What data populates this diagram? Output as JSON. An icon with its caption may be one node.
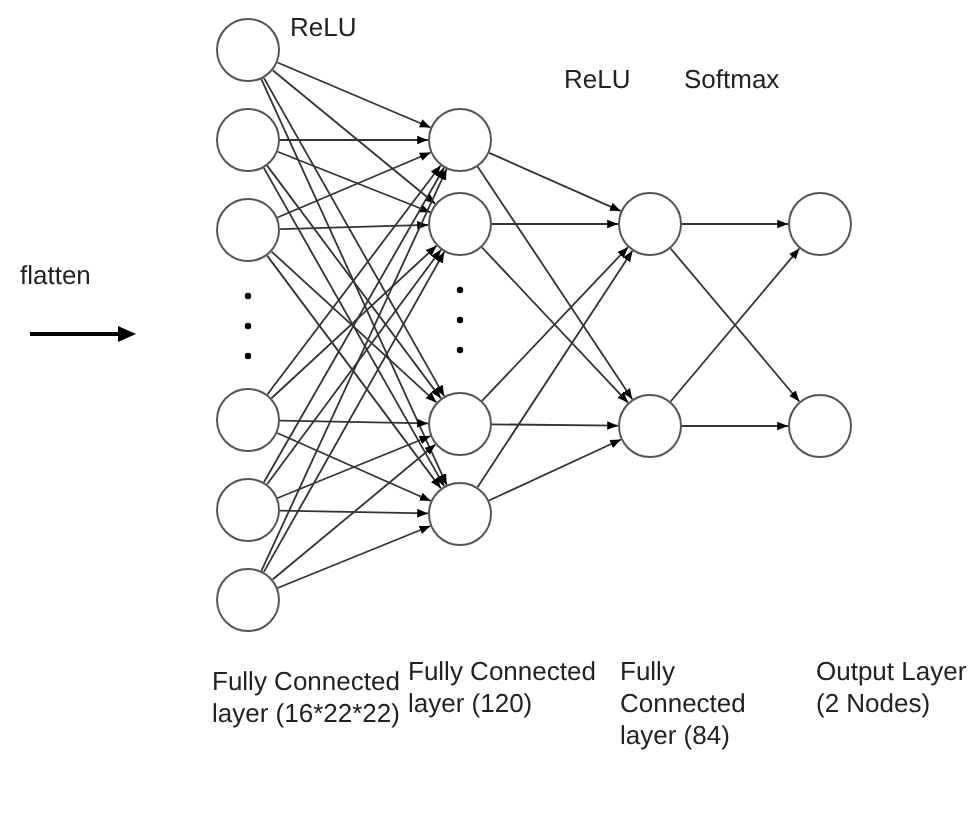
{
  "diagram": {
    "nodes": [
      {
        "text": [],
        "shape": "circle"
      },
      {
        "text": [],
        "shape": "circle"
      },
      {
        "text": [],
        "shape": "circle"
      },
      {
        "text": [],
        "shape": "circle"
      },
      {
        "text": [],
        "shape": "circle"
      },
      {
        "text": [],
        "shape": "circle"
      },
      {
        "text": [],
        "shape": "circle"
      },
      {
        "text": [],
        "shape": "circle"
      },
      {
        "text": [],
        "shape": "circle"
      },
      {
        "text": [],
        "shape": "circle"
      },
      {
        "text": [],
        "shape": "circle"
      },
      {
        "text": [],
        "shape": "circle"
      },
      {
        "text": [],
        "shape": "circle"
      },
      {
        "text": [],
        "shape": "circle"
      }
    ],
    "edges": [
      {
        "from": 0,
        "to": 6,
        "arrow": "to"
      },
      {
        "from": 0,
        "to": 7,
        "arrow": "to"
      },
      {
        "from": 0,
        "to": 8,
        "arrow": "to"
      },
      {
        "from": 0,
        "to": 9,
        "arrow": "to"
      },
      {
        "from": 1,
        "to": 6,
        "arrow": "to"
      },
      {
        "from": 1,
        "to": 7,
        "arrow": "to"
      },
      {
        "from": 1,
        "to": 8,
        "arrow": "to"
      },
      {
        "from": 1,
        "to": 9,
        "arrow": "to"
      },
      {
        "from": 2,
        "to": 6,
        "arrow": "to"
      },
      {
        "from": 2,
        "to": 7,
        "arrow": "to"
      },
      {
        "from": 2,
        "to": 8,
        "arrow": "to"
      },
      {
        "from": 2,
        "to": 9,
        "arrow": "to"
      },
      {
        "from": 3,
        "to": 6,
        "arrow": "to"
      },
      {
        "from": 3,
        "to": 7,
        "arrow": "to"
      },
      {
        "from": 3,
        "to": 8,
        "arrow": "to"
      },
      {
        "from": 3,
        "to": 9,
        "arrow": "to"
      },
      {
        "from": 4,
        "to": 6,
        "arrow": "to"
      },
      {
        "from": 4,
        "to": 7,
        "arrow": "to"
      },
      {
        "from": 4,
        "to": 8,
        "arrow": "to"
      },
      {
        "from": 4,
        "to": 9,
        "arrow": "to"
      },
      {
        "from": 5,
        "to": 6,
        "arrow": "to"
      },
      {
        "from": 5,
        "to": 7,
        "arrow": "to"
      },
      {
        "from": 5,
        "to": 8,
        "arrow": "to"
      },
      {
        "from": 5,
        "to": 9,
        "arrow": "to"
      },
      {
        "from": 6,
        "to": 10,
        "arrow": "to"
      },
      {
        "from": 6,
        "to": 11,
        "arrow": "to"
      },
      {
        "from": 7,
        "to": 10,
        "arrow": "to"
      },
      {
        "from": 7,
        "to": 11,
        "arrow": "to"
      },
      {
        "from": 8,
        "to": 10,
        "arrow": "to"
      },
      {
        "from": 8,
        "to": 11,
        "arrow": "to"
      },
      {
        "from": 9,
        "to": 10,
        "arrow": "to"
      },
      {
        "from": 9,
        "to": 11,
        "arrow": "to"
      },
      {
        "from": 10,
        "to": 12,
        "arrow": "to"
      },
      {
        "from": 10,
        "to": 13,
        "arrow": "to"
      },
      {
        "from": 11,
        "to": 12,
        "arrow": "to"
      },
      {
        "from": 11,
        "to": 13,
        "arrow": "to"
      }
    ],
    "labels": [
      "ReLU",
      "ReLU",
      "Softmax",
      "flatten",
      "Fully Connected layer (16*22*22)",
      "Fully Connected layer (120)",
      "Fully Connected layer (84)",
      "Output Layer (2 Nodes)"
    ]
  }
}
